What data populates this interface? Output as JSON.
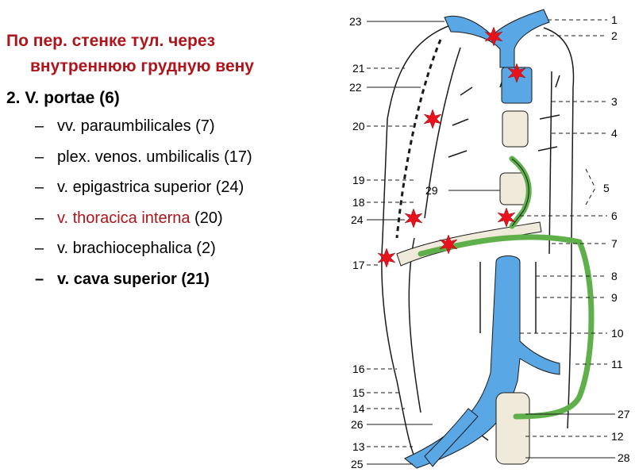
{
  "text": {
    "heading_line1": "По пер. стенке тул. через",
    "heading_line2": "внутреннюю грудную вену",
    "subheading": "2. V. portae (6)",
    "items": [
      {
        "dash": "–",
        "latin": "vv. paraumbilicales",
        "num": " (7)"
      },
      {
        "dash": "–",
        "latin": "plex. venos. umbilicalis",
        "num": " (17)"
      },
      {
        "dash": "–",
        "latin": "v. epigastrica superior",
        "num": " (24)"
      },
      {
        "dash": "–",
        "latin": "v. thoracica interna",
        "num": " (20)"
      },
      {
        "dash": "–",
        "latin": "v. brachiocephalica",
        "num": " (2)"
      },
      {
        "dash": "–",
        "latin": "v. cava superior",
        "num": " (21)"
      }
    ]
  },
  "diagram": {
    "labels_left": [
      "23",
      "21",
      "22",
      "20",
      "19",
      "18",
      "24",
      "17",
      "16",
      "15",
      "14",
      "26",
      "13",
      "25"
    ],
    "labels_right": [
      "1",
      "2",
      "3",
      "4",
      "5",
      "6",
      "7",
      "8",
      "9",
      "10",
      "11",
      "27",
      "12",
      "28"
    ],
    "labels_inner": [
      "29"
    ],
    "colors": {
      "vein": "#5aa7e6",
      "anastomosis": "#5fb04a",
      "marker": "#e8121c",
      "outline": "#1a1a1a"
    }
  }
}
